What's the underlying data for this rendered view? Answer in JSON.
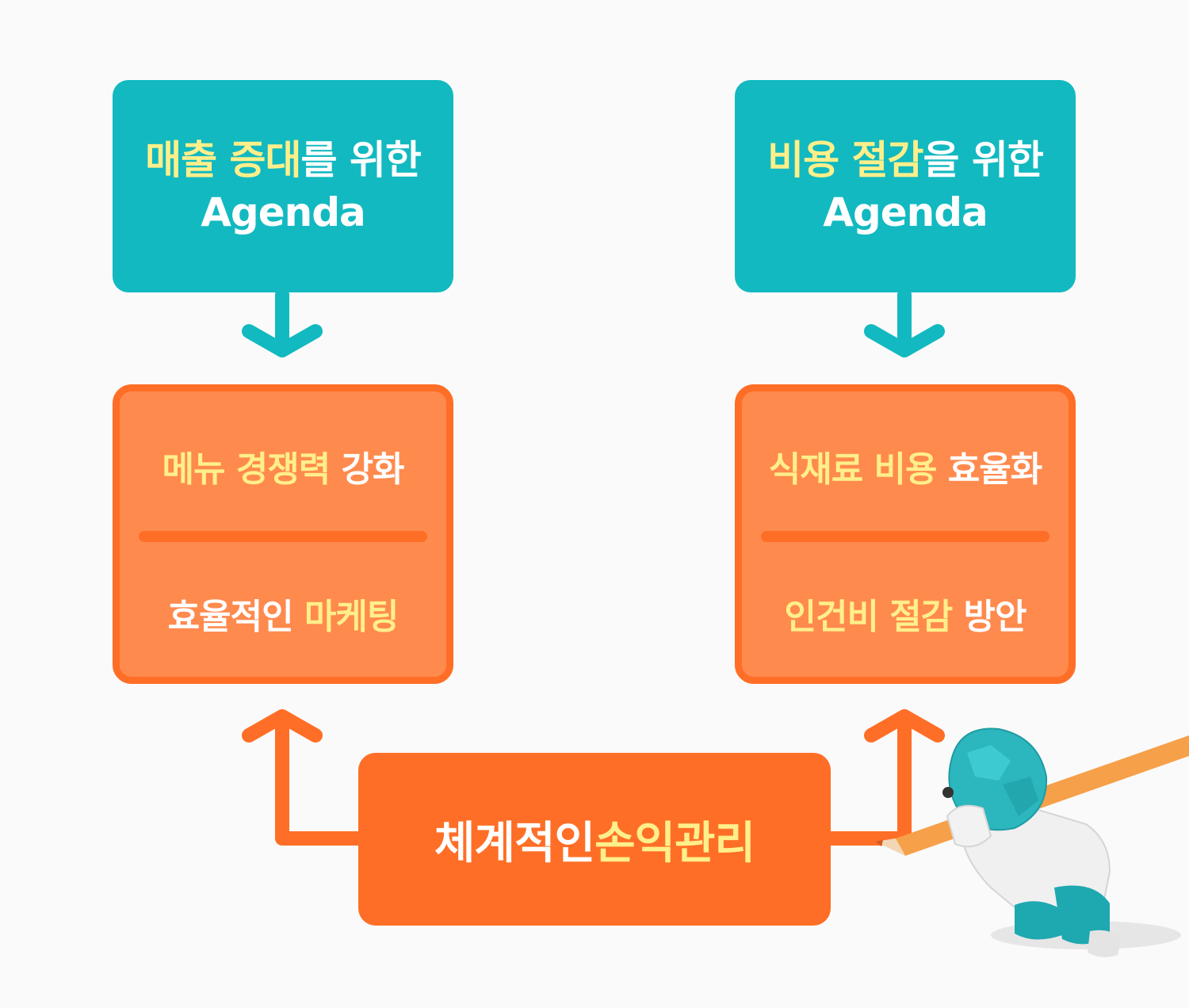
{
  "agenda_left": {
    "line1_highlight": "매출 증대",
    "line1_rest": "를 위한",
    "line2": "Agenda"
  },
  "agenda_right": {
    "line1_highlight": "비용 절감",
    "line1_rest": "을 위한",
    "line2": "Agenda"
  },
  "strategy_left": {
    "item1_highlight": "메뉴 경쟁력",
    "item1_rest": " 강화",
    "item2_rest": "효율적인 ",
    "item2_highlight": "마케팅"
  },
  "strategy_right": {
    "item1_highlight": "식재료 비용",
    "item1_rest": " 효율화",
    "item2_highlight": "인건비 절감",
    "item2_rest": " 방안"
  },
  "core": {
    "text_rest": "체계적인 ",
    "text_highlight": "손익관리"
  },
  "colors": {
    "teal": "#12b9c0",
    "orange": "#ff6e26",
    "orange_light": "#ff8a4e",
    "highlight": "#ffef8a"
  }
}
